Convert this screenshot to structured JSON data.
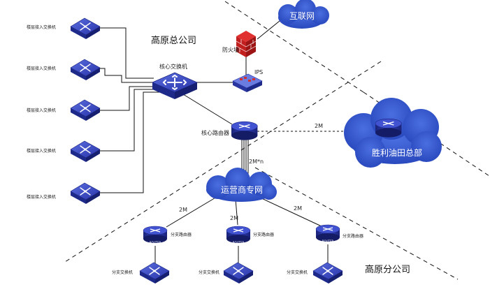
{
  "regions": {
    "hq": "高原总公司",
    "branch": "高原分公司"
  },
  "clouds": {
    "internet": "互联网",
    "carrier": "运营商专网",
    "shengli": "胜利油田总部"
  },
  "devices": {
    "firewall": "防火墙",
    "ips": "IPS",
    "core_switch": "核心交换机",
    "core_router": "核心路由器",
    "access_switch": "楼层接入交换机",
    "branch_router": "分支路由器",
    "branch_switch": "分支交换机",
    "router_badge": "ROUTER"
  },
  "links": {
    "shengli_bw": "2M",
    "carrier_bw": "2M*n",
    "branch_bw": "2M"
  }
}
